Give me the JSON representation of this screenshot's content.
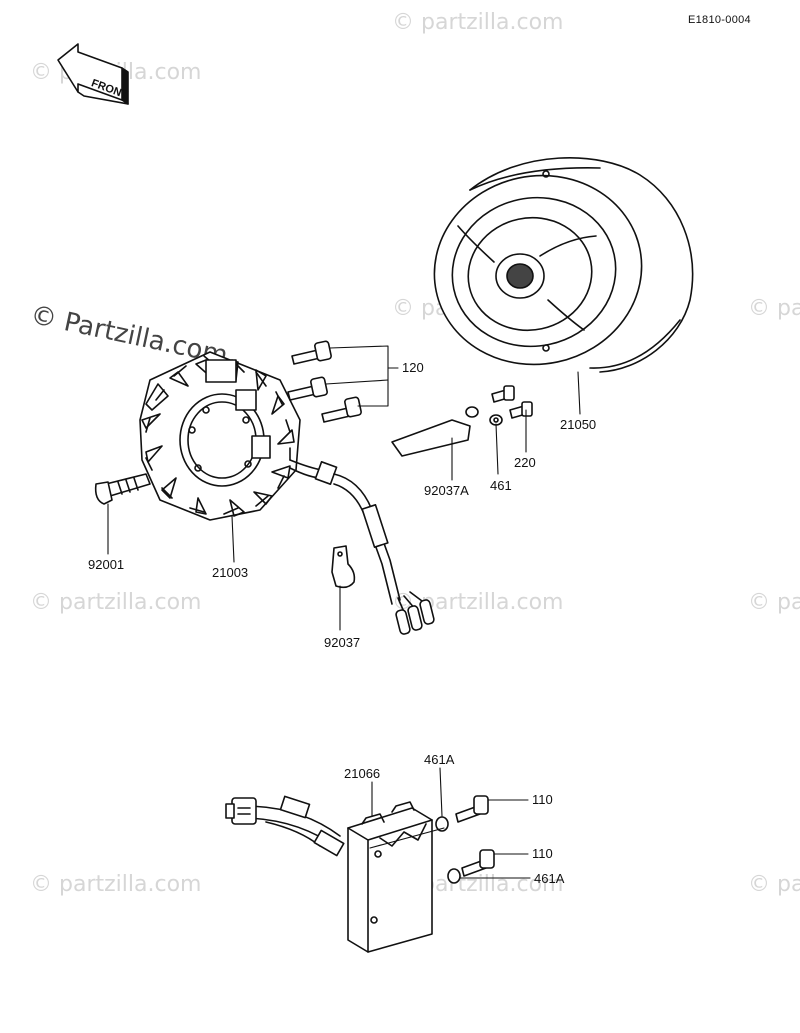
{
  "drawing_code": "E1810-0004",
  "front_label": "FRONT",
  "watermark": "© Partzilla.com",
  "watermark_short": "© partzilla.com",
  "labels": {
    "p120": "120",
    "p21050": "21050",
    "p220": "220",
    "p461": "461",
    "p92037A": "92037A",
    "p92001": "92001",
    "p21003": "21003",
    "p92037": "92037",
    "p21066": "21066",
    "p461A_top": "461A",
    "p110_top": "110",
    "p110_bottom": "110",
    "p461A_bottom": "461A"
  }
}
